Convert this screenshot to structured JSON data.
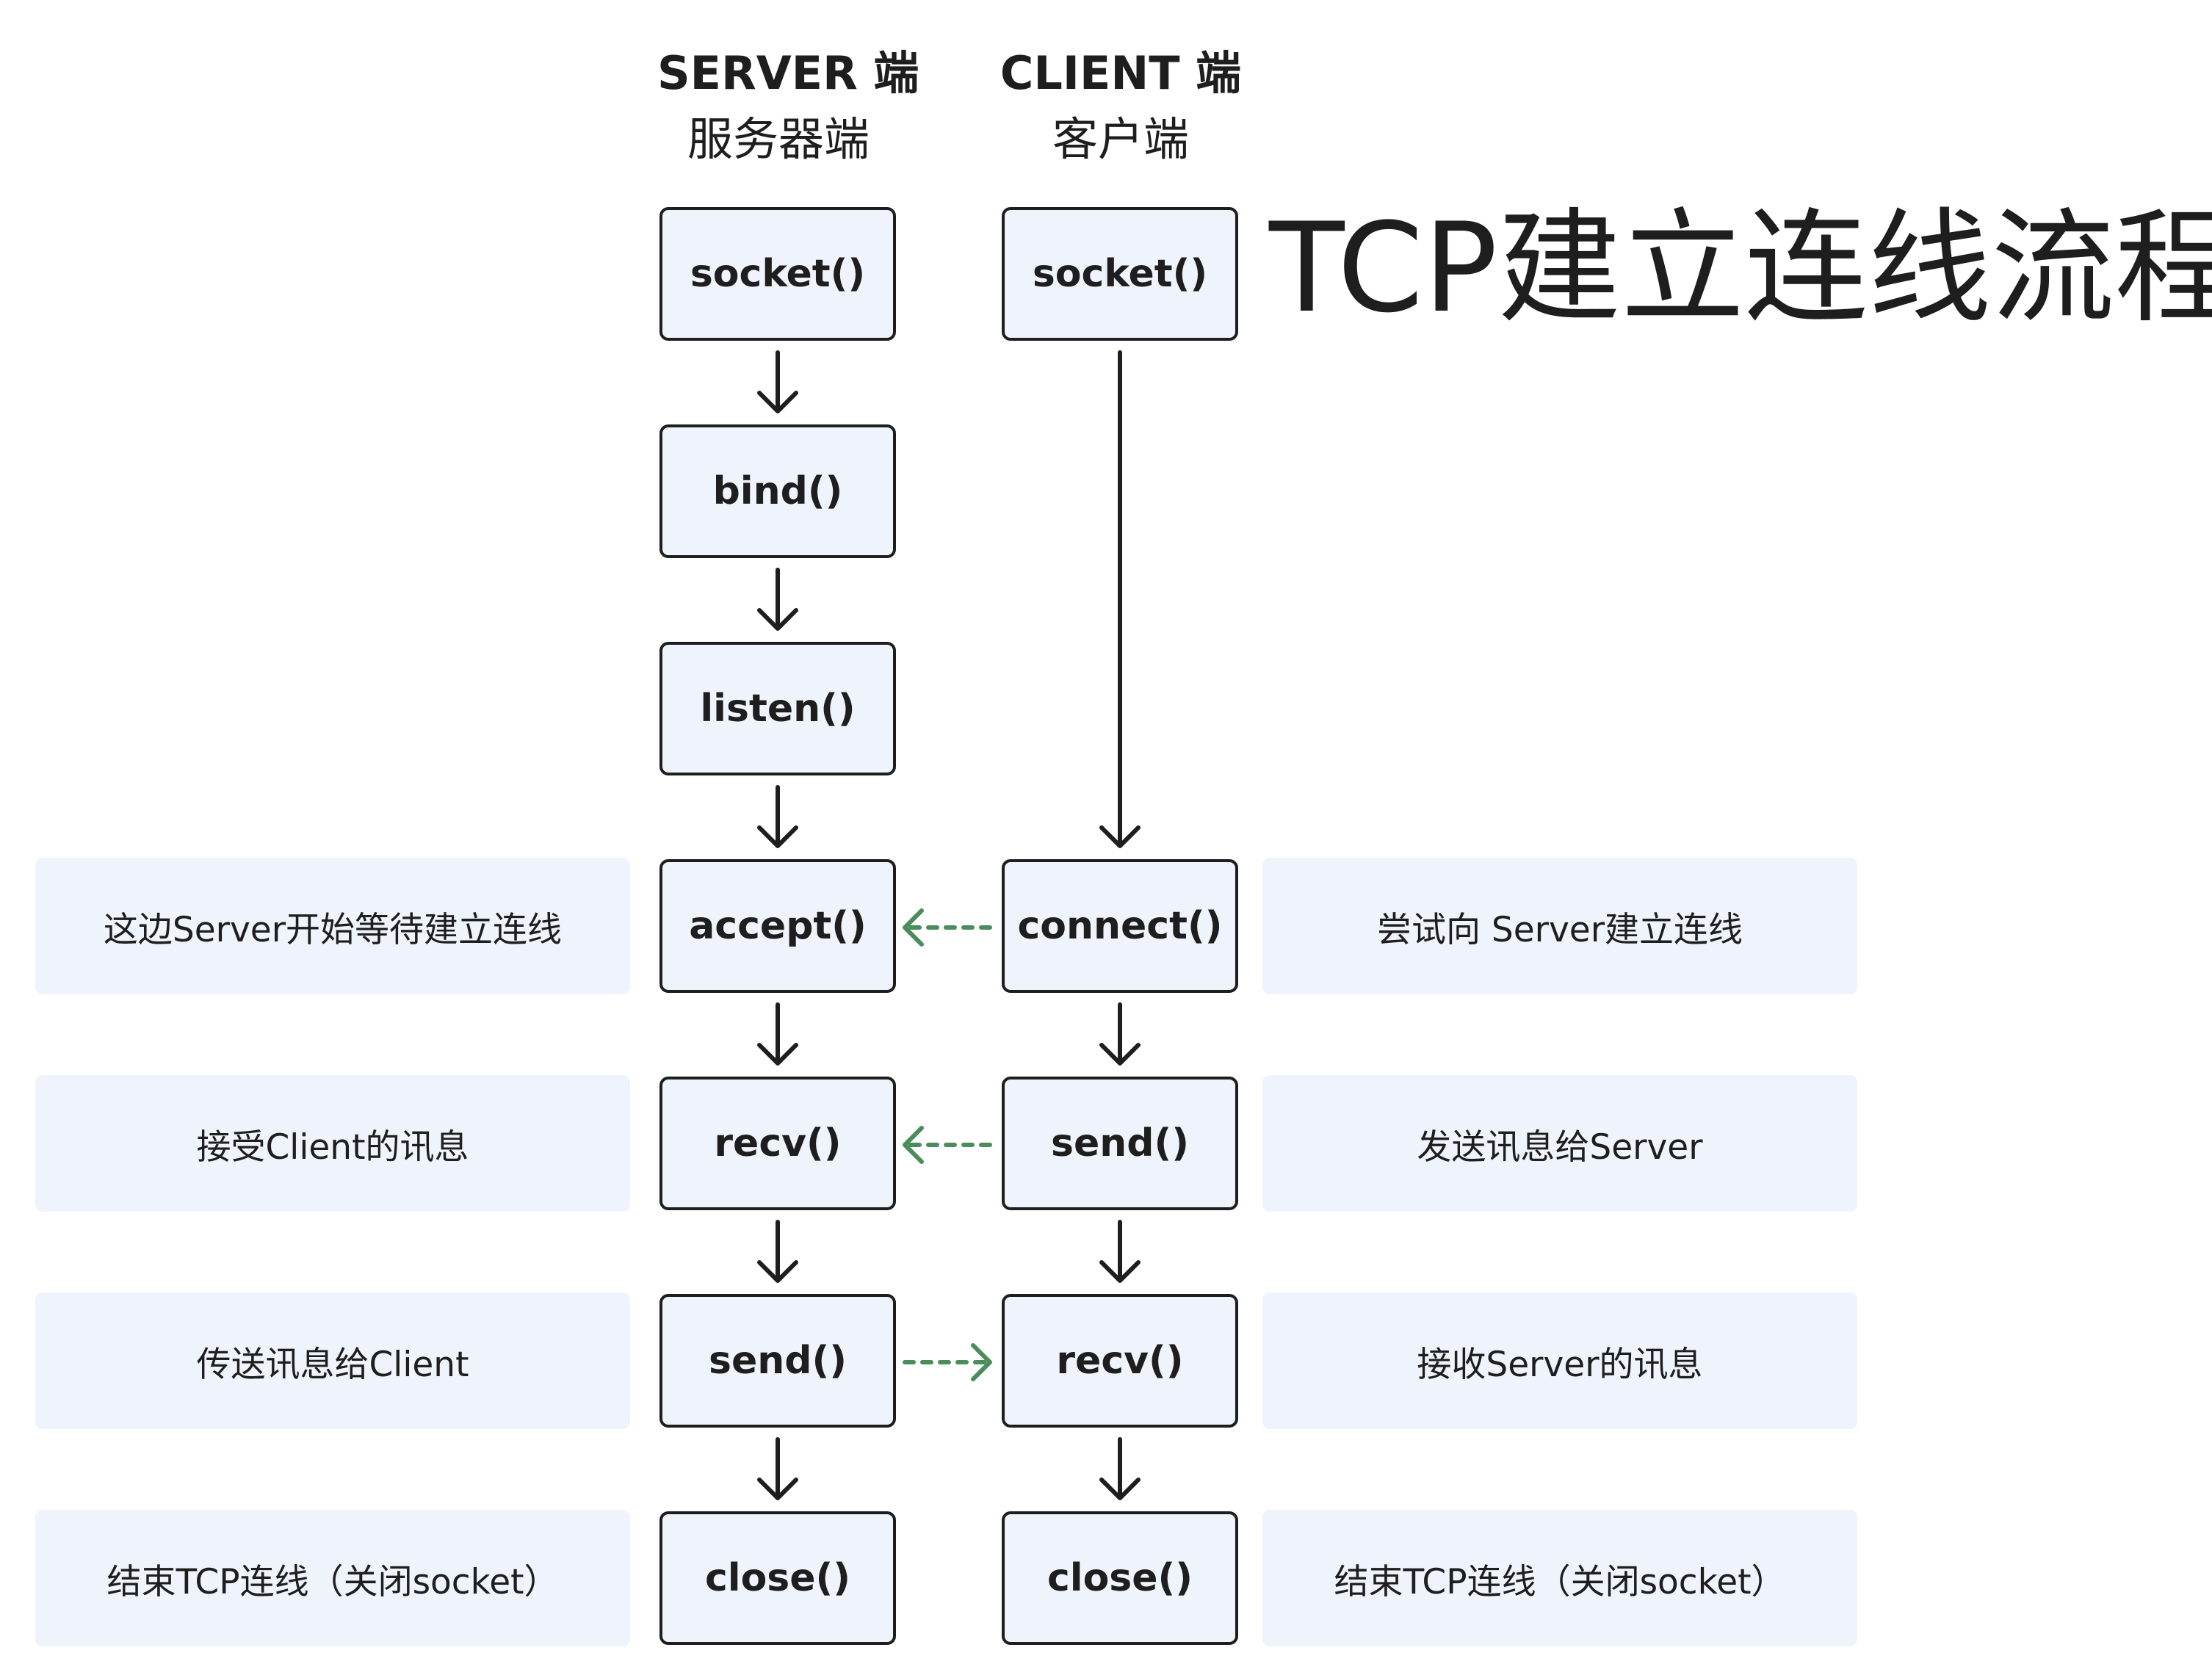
{
  "title": "TCP建立连线流程",
  "server_header": {
    "en": "SERVER 端",
    "zh": "服务器端"
  },
  "client_header": {
    "en": "CLIENT 端",
    "zh": "客户端"
  },
  "server_steps": [
    "socket()",
    "bind()",
    "listen()",
    "accept()",
    "recv()",
    "send()",
    "close()"
  ],
  "client_steps": [
    "socket()",
    "connect()",
    "send()",
    "recv()",
    "close()"
  ],
  "server_notes": [
    "这边Server开始等待建立连线",
    "接受Client的讯息",
    "传送讯息给Client",
    "结束TCP连线（关闭socket）"
  ],
  "client_notes": [
    "尝试向 Server建立连线",
    "发送讯息给Server",
    "接收Server的讯息",
    "结束TCP连线（关闭socket）"
  ],
  "colors": {
    "box_fill": "#eff3fb",
    "stroke": "#1e1e1e",
    "message_arrow": "#4a8c5c"
  }
}
